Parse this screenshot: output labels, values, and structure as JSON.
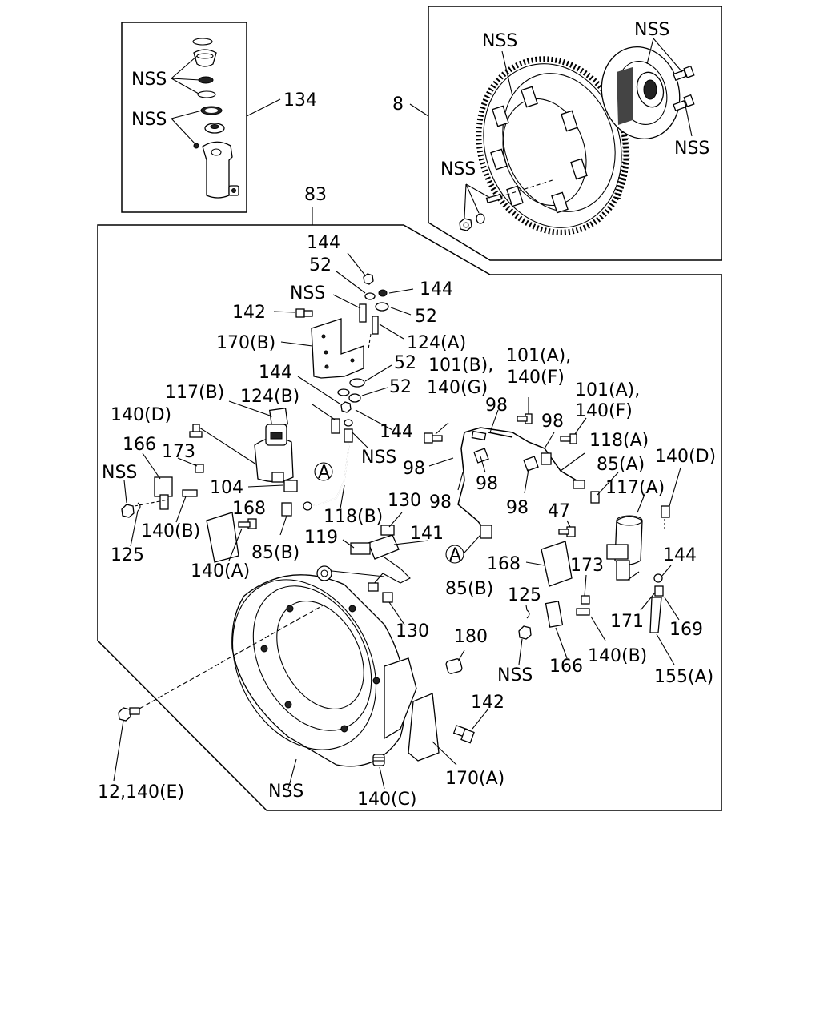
{
  "labels": {
    "inset_main": "134",
    "nss_a": "NSS",
    "nss_b": "NSS",
    "ring_gear": "8",
    "nss_c": "NSS",
    "nss_d": "NSS",
    "nss_e": "NSS",
    "nss_f": "NSS",
    "housing_assy": "83",
    "p144_a": "144",
    "p52_a": "52",
    "nss_g": "NSS",
    "p144_b": "144",
    "p142_a": "142",
    "p52_b": "52",
    "p124A": "124(A)",
    "p170B": "170(B)",
    "p52_c": "52",
    "p101B_140G": "101(B),",
    "p140G": "140(G)",
    "p101A_140F_a": "101(A),",
    "p140F_a": "140(F)",
    "p101A_140F_b": "101(A),",
    "p140F_b": "140(F)",
    "p144_c": "144",
    "p52_d": "52",
    "p117B": "117(B)",
    "p124B": "124(B)",
    "p140D_a": "140(D)",
    "p144_d": "144",
    "p98_a": "98",
    "p98_b": "98",
    "p118A": "118(A)",
    "p166_a": "166",
    "p173_a": "173",
    "nss_h": "NSS",
    "p98_c": "98",
    "p85A": "85(A)",
    "p140D_b": "140(D)",
    "nss_i": "NSS",
    "p104": "104",
    "circA_1": "A",
    "p98_d": "98",
    "p117A": "117(A)",
    "p168_a": "168",
    "p118B": "118(B)",
    "p130_a": "130",
    "p98_e": "98",
    "p98_f": "98",
    "p140B_a": "140(B)",
    "p47": "47",
    "p125_a": "125",
    "p85B_a": "85(B)",
    "p119": "119",
    "p141": "141",
    "p140A": "140(A)",
    "circA_2": "A",
    "p144_e": "144",
    "p168_b": "168",
    "p173_b": "173",
    "p85B_b": "85(B)",
    "p130_b": "130",
    "p125_b": "125",
    "p171": "171",
    "p169": "169",
    "p180": "180",
    "p140B_b": "140(B)",
    "nss_j": "NSS",
    "p166_b": "166",
    "p155A": "155(A)",
    "p142_b": "142",
    "p12_140E": "12,140(E)",
    "nss_k": "NSS",
    "p170A": "170(A)",
    "p140C": "140(C)"
  }
}
